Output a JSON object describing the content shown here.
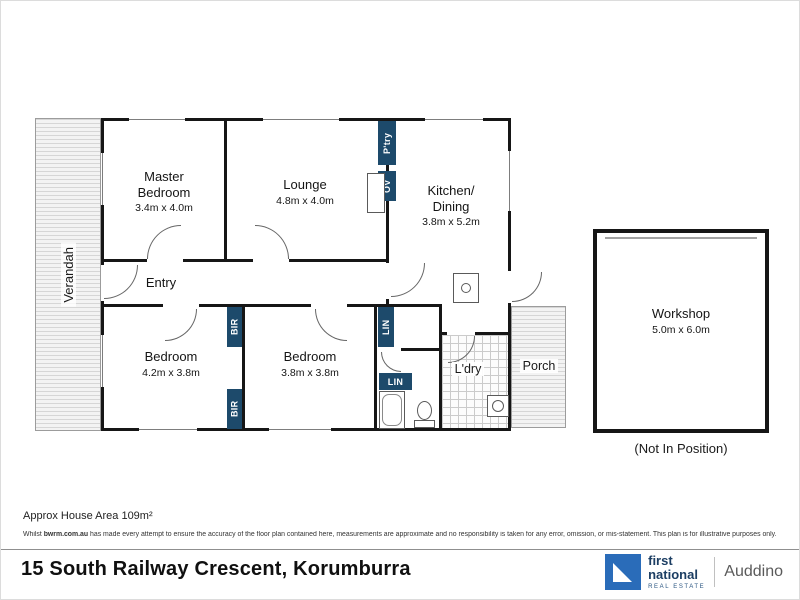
{
  "plan": {
    "rooms": {
      "verandah": {
        "name": "Verandah"
      },
      "master_bedroom": {
        "name": "Master\nBedroom",
        "dims": "3.4m x 4.0m"
      },
      "lounge": {
        "name": "Lounge",
        "dims": "4.8m x 4.0m"
      },
      "kitchen_dining": {
        "name": "Kitchen/\nDining",
        "dims": "3.8m x 5.2m"
      },
      "entry": {
        "name": "Entry"
      },
      "bedroom_left": {
        "name": "Bedroom",
        "dims": "4.2m x 3.8m"
      },
      "bedroom_middle": {
        "name": "Bedroom",
        "dims": "3.8m x 3.8m"
      },
      "laundry": {
        "name": "L'dry"
      },
      "porch": {
        "name": "Porch"
      },
      "workshop": {
        "name": "Workshop",
        "dims": "5.0m x 6.0m",
        "note": "(Not In Position)"
      }
    },
    "labels": {
      "pantry": "P'try",
      "oven": "OV",
      "bir1": "BIR",
      "bir2": "BIR",
      "linen1": "LIN",
      "linen2": "LIN"
    }
  },
  "footer": {
    "area_note": "Approx House Area 109m²",
    "disclaimer_pre": "Whilst ",
    "disclaimer_brand": "bwrm.com.au",
    "disclaimer_post": " has made every attempt to ensure the accuracy of the floor plan contained here, measurements are approximate and no responsibility is taken for any error, omission, or mis-statement. This plan is for illustrative purposes only.",
    "address": "15 South Railway Crescent, Korumburra"
  },
  "logo": {
    "brand_line1": "first",
    "brand_line2": "national",
    "brand_sub": "REAL ESTATE",
    "agency": "Auddino"
  },
  "colors": {
    "wall": "#161616",
    "tag_navy": "#1d4a6b",
    "logo_blue": "#2a6cb9",
    "logo_navy": "#1c3e63"
  }
}
